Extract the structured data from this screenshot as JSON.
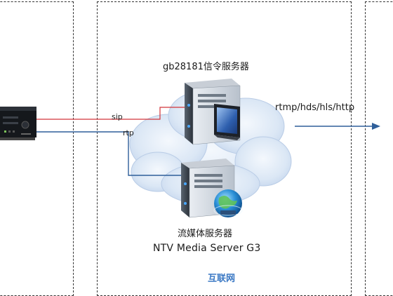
{
  "diagram": {
    "signaling_server_label": "gb28181信令服务器",
    "media_server_label": "流媒体服务器",
    "product_label": "NTV Media Server G3",
    "zone_label": "互联网",
    "link_sip_label": "sip",
    "link_rtp_label": "rtp",
    "output_protocols_label": "rtmp/hds/hls/http"
  },
  "icons": {
    "device": "nvr-device-icon",
    "signaling_server": "server-tower-icon",
    "monitor": "monitor-icon",
    "media_server": "server-tower-icon",
    "globe": "globe-icon",
    "cloud": "cloud-icon"
  },
  "colors": {
    "sip_link": "#d2343a",
    "rtp_link": "#2f5f9a",
    "output_arrow": "#2f5f9a",
    "zone_label": "#3a78c4",
    "cloud": "#d3e1f2",
    "border": "#333333"
  }
}
